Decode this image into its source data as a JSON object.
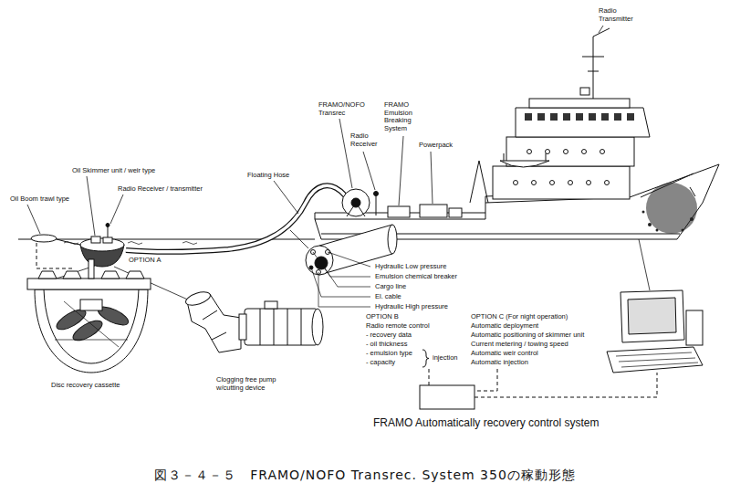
{
  "diagram": {
    "caption": "図３－４－５　FRAMO/NOFO Transrec. System 350の稼動形態",
    "labels": [
      "Oil Boom trawl type",
      "Oil Skimmer unit / weir type",
      "Radio Receiver / transmitter",
      "Floating Hose",
      "FRAMO/NOFO Transrec",
      "Radio Receiver",
      "FRAMO Emulsion Breaking System",
      "Powerpack",
      "Radio Transmitter",
      "Hydraulic Low pressure",
      "Emulsion chemical breaker",
      "Cargo line",
      "El. cable",
      "Hydraulic High pressure",
      "OPTION A",
      "Disc recovery cassette",
      "Clogging free pump w/cutting device",
      "OPTION B",
      "Radio remote control",
      "- recovery data",
      "- oil thickness",
      "- emulsion type",
      "- capacity",
      "injection",
      "OPTION C (For night operation)",
      "Automatic deployment",
      "Automatic positioning of skimmer unit",
      "Current metering / towing speed",
      "Automatic weir control",
      "Automatic injection",
      "FRAMO Automatically recovery control system"
    ]
  }
}
